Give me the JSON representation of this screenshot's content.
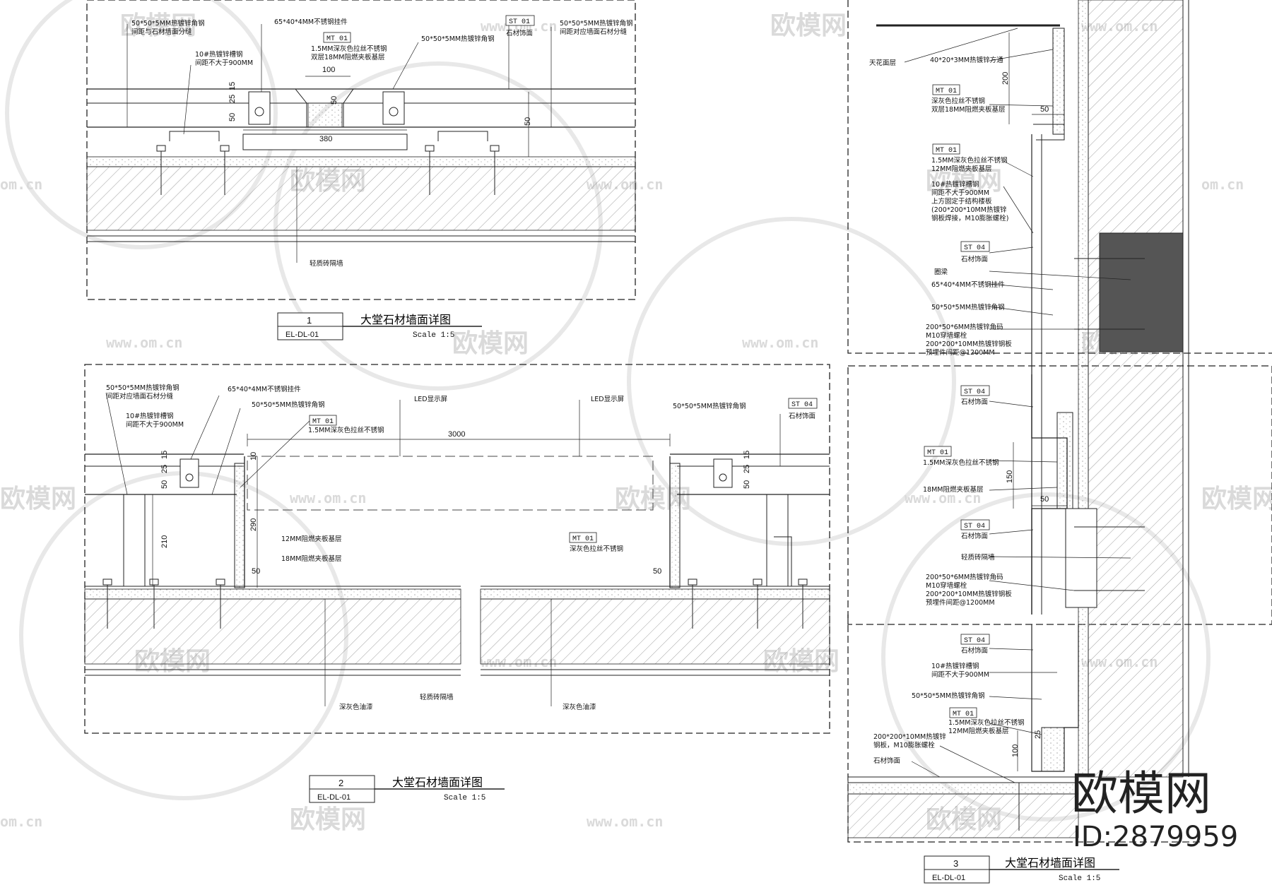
{
  "page": {
    "brand": "欧模网",
    "id_text": "ID:2879959"
  },
  "watermarks": {
    "brand": "欧模网",
    "url": "www.om.cn",
    "url_short": "om.cn"
  },
  "details": [
    {
      "number": "1",
      "ref": "EL-DL-01",
      "title": "大堂石材墙面详图",
      "scale": "Scale  1:5",
      "labels": {
        "a": "50*50*5MM热镀锌角钢",
        "a2": "间距与石材墙面分缝",
        "b": "10#热镀锌槽钢",
        "b2": "间距不大于900MM",
        "c": "65*40*4MM不锈钢挂件",
        "mt": "MT 01",
        "mt_desc": "1.5MM深灰色拉丝不锈钢",
        "mt_desc2": "双层18MM阻燃夹板基层",
        "d": "50*50*5MM热镀锌角钢",
        "st": "ST 01",
        "st_desc": "石材饰面",
        "e": "50*50*5MM热镀锌角钢",
        "e2": "间距对应墙面石材分缝",
        "f": "轻质砖隔墙"
      },
      "dims": {
        "w100": "100",
        "d50a": "50",
        "d380": "380",
        "d25": "25",
        "d15": "15",
        "d50b": "50",
        "d50c": "50"
      }
    },
    {
      "number": "2",
      "ref": "EL-DL-01",
      "title": "大堂石材墙面详图",
      "scale": "Scale  1:5",
      "labels": {
        "a": "50*50*5MM热镀锌角钢",
        "a2": "间距对应墙面石材分缝",
        "b": "10#热镀锌槽钢",
        "b2": "间距不大于900MM",
        "c": "65*40*4MM不锈钢挂件",
        "d": "50*50*5MM热镀锌角钢",
        "mt": "MT 01",
        "mt_desc": "1.5MM深灰色拉丝不锈钢",
        "led1": "LED显示屏",
        "led2": "LED显示屏",
        "e": "50*50*5MM热镀锌角钢",
        "st": "ST 04",
        "st_desc": "石材饰面",
        "g": "12MM阻燃夹板基层",
        "h": "18MM阻燃夹板基层",
        "mt2": "MT 01",
        "mt2_desc": "深灰色拉丝不锈钢",
        "f1": "深灰色油漆",
        "f2": "轻质砖隔墙",
        "f3": "深灰色油漆"
      },
      "dims": {
        "w3000": "3000",
        "d10": "10",
        "d290": "290",
        "d210": "210",
        "d50": "50",
        "d50r": "50",
        "d25": "25",
        "d15": "15",
        "d50l": "50",
        "d25r": "25",
        "d15r": "15",
        "d50rr": "50"
      }
    },
    {
      "number": "3",
      "ref": "EL-DL-01",
      "title": "大堂石材墙面详图",
      "scale": "Scale  1:5",
      "labels": {
        "ceiling": "天花面层",
        "tube": "40*20*3MM热镀锌方通",
        "mt1": "MT 01",
        "mt1_desc": "深灰色拉丝不锈钢",
        "mt1_desc2": "双层18MM阻燃夹板基层",
        "mt2": "MT 01",
        "mt2_desc": "1.5MM深灰色拉丝不锈钢",
        "mt2_desc2": "12MM阻燃夹板基层",
        "chan": "10#热镀锌槽钢",
        "chan2": "间距不大于900MM",
        "chan3": "上方固定于结构楼板",
        "chan4": "(200*200*10MM热镀锌",
        "chan5": "钢板焊接，M10膨胀螺栓)",
        "st1": "ST 04",
        "st1_desc": "石材饰面",
        "beam": "圈梁",
        "clip": "65*40*4MM不锈钢挂件",
        "ang": "50*50*5MM热镀锌角钢",
        "ang2": "200*50*6MM热镀锌角码",
        "ang2b": "M10穿墙螺栓",
        "ang2c": "200*200*10MM热镀锌钢板",
        "ang2d": "预埋件间距@1200MM",
        "st2": "ST 04",
        "st2_desc": "石材饰面",
        "mt3": "MT 01",
        "mt3_desc": "1.5MM深灰色拉丝不锈钢",
        "ply": "18MM阻燃夹板基层",
        "st3": "ST 04",
        "st3_desc": "石材饰面",
        "wall": "轻质砖隔墙",
        "ang3": "200*50*6MM热镀锌角码",
        "ang3b": "M10穿墙螺栓",
        "ang3c": "200*200*10MM热镀锌钢板",
        "ang3d": "预埋件间距@1200MM",
        "st4": "ST 04",
        "st4_desc": "石材饰面",
        "chan6": "10#热镀锌槽钢",
        "chan7": "间距不大于900MM",
        "ang4": "50*50*5MM热镀锌角钢",
        "mt4": "MT 01",
        "mt4_desc": "1.5MM深灰色拉丝不锈钢",
        "mt4_desc2": "12MM阻燃夹板基层",
        "plate": "200*200*10MM热镀锌",
        "plate2": "钢板，M10膨胀螺栓",
        "floor": "石材饰面"
      },
      "dims": {
        "d200": "200",
        "d50": "50",
        "d150": "150",
        "d50b": "50",
        "d25": "25",
        "d100": "100"
      }
    }
  ]
}
